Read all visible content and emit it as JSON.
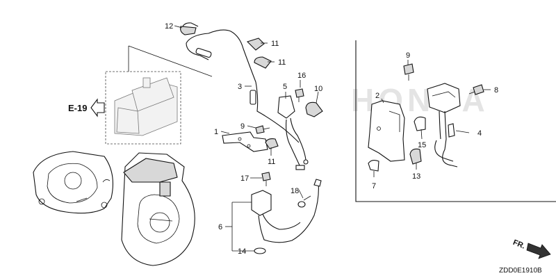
{
  "watermark": "HONDA",
  "reference": {
    "label": "E-19"
  },
  "front_indicator": "FR.",
  "diagram_code": "ZDD0E1910B",
  "callouts": [
    "1",
    "2",
    "3",
    "4",
    "5",
    "6",
    "7",
    "8",
    "9",
    "9",
    "10",
    "11",
    "11",
    "11",
    "12",
    "13",
    "14",
    "15",
    "16",
    "17",
    "18"
  ]
}
